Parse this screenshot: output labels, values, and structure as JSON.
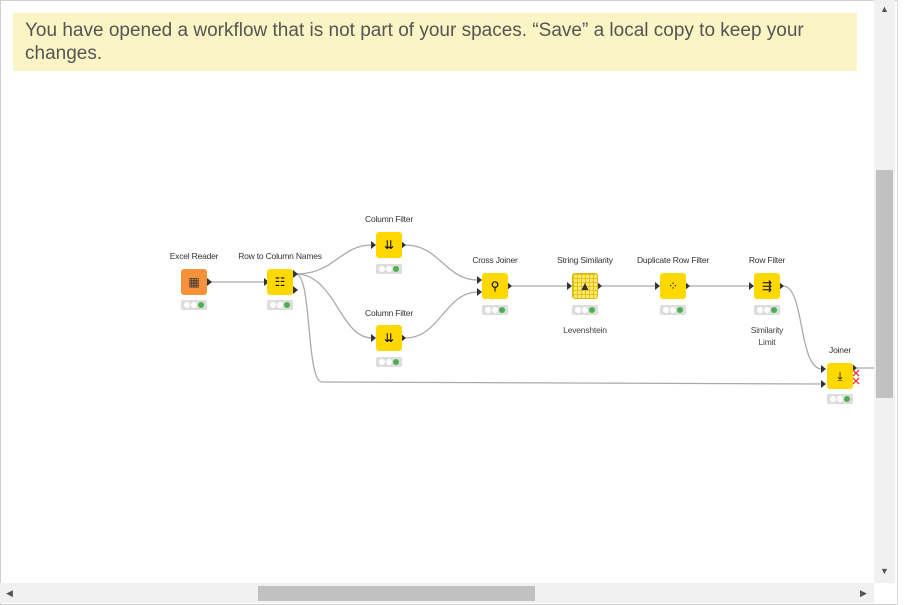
{
  "banner": {
    "message": "You have opened a workflow that is not part of your spaces. “Save” a local copy to keep your changes."
  },
  "nodes": {
    "excel_reader": {
      "label": "Excel Reader"
    },
    "row_to_column_names": {
      "label": "Row to Column Names"
    },
    "column_filter_top": {
      "label": "Column Filter"
    },
    "column_filter_bottom": {
      "label": "Column Filter"
    },
    "cross_joiner": {
      "label": "Cross Joiner"
    },
    "string_similarity": {
      "label": "String Similarity",
      "annotation": "Levenshtein"
    },
    "duplicate_row_filter": {
      "label": "Duplicate Row Filter"
    },
    "row_filter": {
      "label": "Row Filter",
      "annotation_line1": "Similarity",
      "annotation_line2": "Limit"
    },
    "joiner": {
      "label": "Joiner"
    }
  },
  "colors": {
    "node_yellow": "#ffd800",
    "node_orange": "#f7923a",
    "banner_bg": "#fbf4c4",
    "status_green": "#4caf50"
  }
}
